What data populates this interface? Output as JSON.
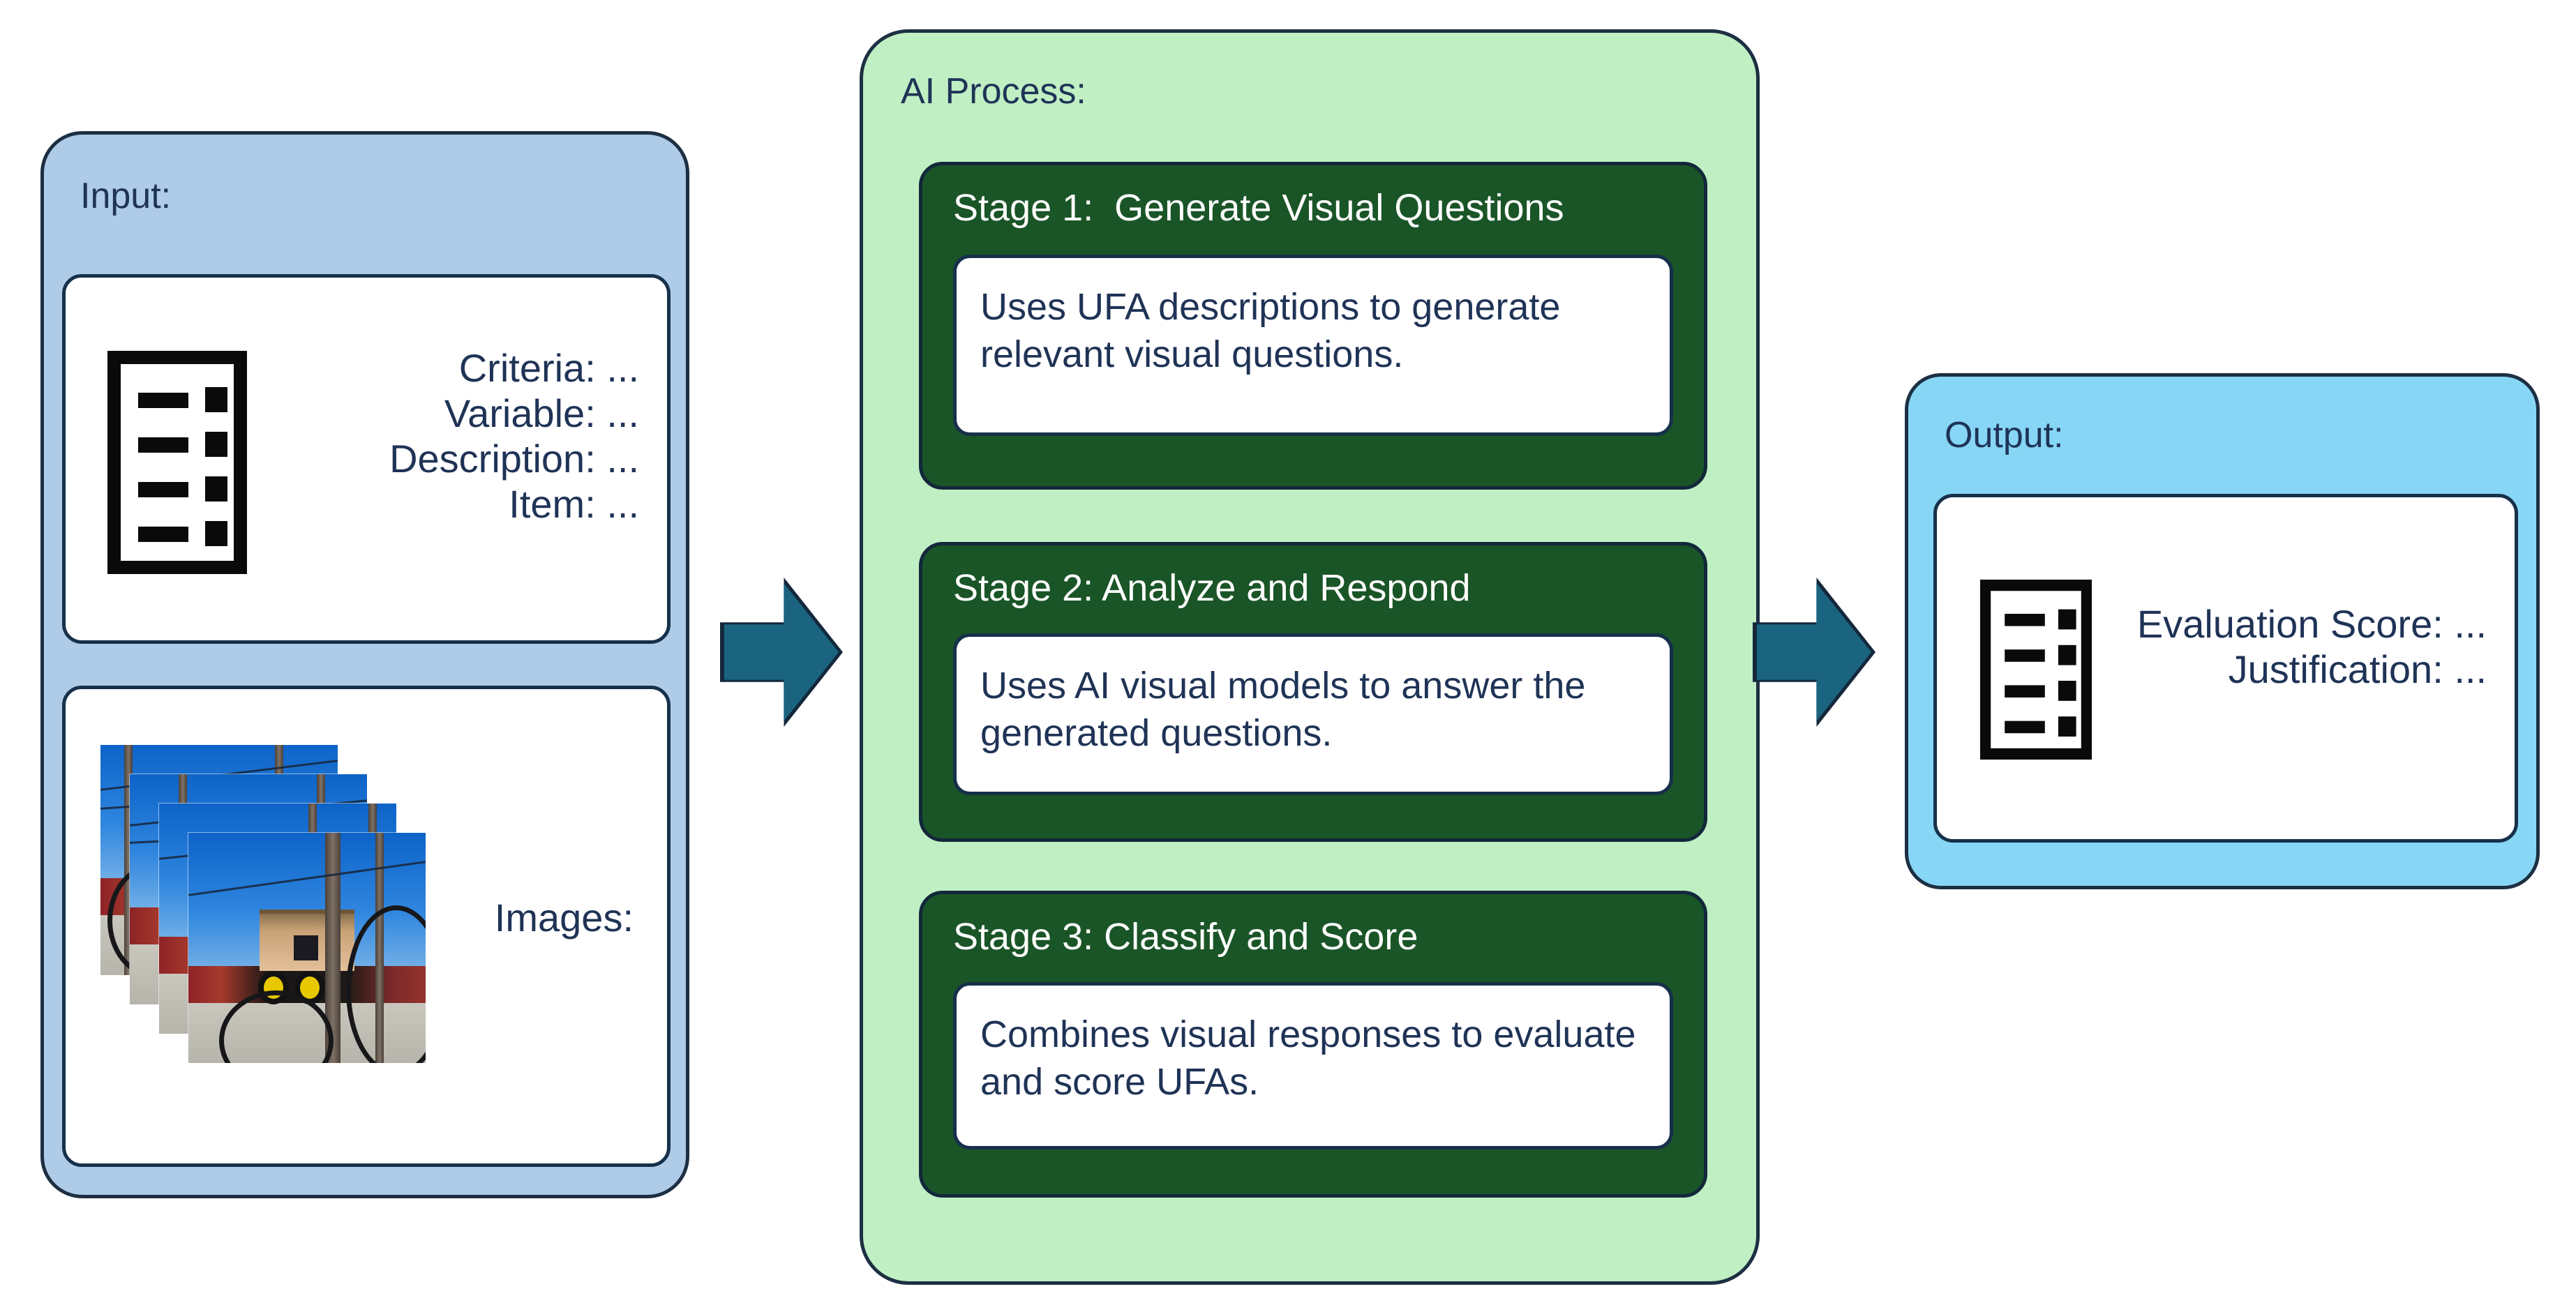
{
  "diagram": {
    "title": "AI evaluation pipeline",
    "colors": {
      "input_panel_bg": "#AECBE8",
      "process_panel_bg": "#BFEFC3",
      "stage_bg": "#1A5527",
      "output_panel_bg": "#87D6F5",
      "card_bg": "#FFFFFF",
      "arrow": "#1B6480",
      "text_dark": "#1F3356",
      "text_light": "#FFFFFF",
      "border": "#17314B"
    }
  },
  "input": {
    "label": "Input:",
    "criteria_card": {
      "icon": "document-list-icon",
      "fields": [
        "Criteria: ...",
        "Variable: ...",
        "Description: ...",
        "Item: ..."
      ]
    },
    "images_card": {
      "label": "Images:",
      "photo_count": 4,
      "photo_description": "street-view photographs: blue sky, utility poles and wires, tan building, graffiti wall, bicycle wheel on sidewalk"
    }
  },
  "arrows": [
    {
      "name": "input-to-process",
      "direction": "right"
    },
    {
      "name": "process-to-output",
      "direction": "right"
    }
  ],
  "process": {
    "label": "AI Process:",
    "stages": [
      {
        "title": "Stage 1:  Generate Visual Questions",
        "body": "Uses UFA descriptions to generate relevant visual questions."
      },
      {
        "title": "Stage 2: Analyze and Respond",
        "body": "Uses AI visual models to answer the generated questions."
      },
      {
        "title": "Stage 3: Classify and Score",
        "body": "Combines visual responses to evaluate and score UFAs."
      }
    ]
  },
  "output": {
    "label": "Output:",
    "card": {
      "icon": "document-list-icon",
      "fields": [
        "Evaluation Score: ...",
        "Justification: ..."
      ]
    }
  }
}
